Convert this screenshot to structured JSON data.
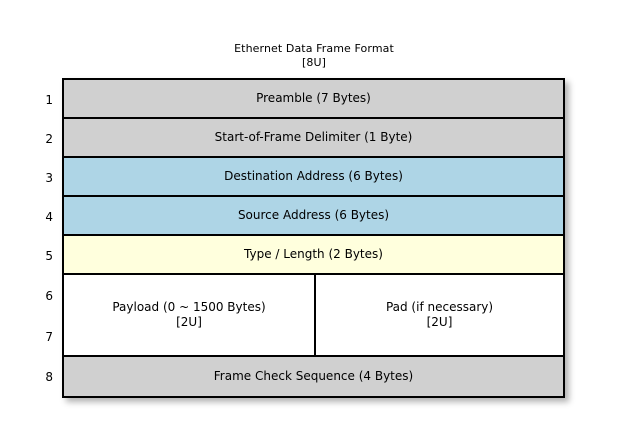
{
  "title": {
    "main": "Ethernet Data Frame Format",
    "sub": "[8U]"
  },
  "colors": {
    "gray": "#d0d0d0",
    "blue": "#aed5e6",
    "yellow": "#ffffdd",
    "white": "#ffffff",
    "border": "#000000",
    "page_background": "#ffffff"
  },
  "row_numbers": [
    "1",
    "2",
    "3",
    "4",
    "5",
    "6",
    "7",
    "8"
  ],
  "chart_data": {
    "type": "table",
    "title": "Ethernet Data Frame Format",
    "subtitle": "[8U]",
    "rows": [
      {
        "number": "1",
        "label": "Preamble (7 Bytes)",
        "sub": "",
        "color": "#d0d0d0",
        "height": 39
      },
      {
        "number": "2",
        "label": "Start-of-Frame Delimiter (1 Byte)",
        "sub": "",
        "color": "#d0d0d0",
        "height": 39
      },
      {
        "number": "3",
        "label": "Destination Address (6 Bytes)",
        "sub": "",
        "color": "#aed5e6",
        "height": 39
      },
      {
        "number": "4",
        "label": "Source Address (6 Bytes)",
        "sub": "",
        "color": "#aed5e6",
        "height": 39
      },
      {
        "number": "5",
        "label": "Type / Length (2 Bytes)",
        "sub": "",
        "color": "#ffffdd",
        "height": 39
      },
      {
        "number": "6 / 7",
        "label": "",
        "sub": "",
        "color": "#ffffff",
        "height": 82,
        "split": true,
        "left": {
          "label": "Payload (0 ~ 1500 Bytes)",
          "sub": "[2U]"
        },
        "right": {
          "label": "Pad (if necessary)",
          "sub": "[2U]"
        }
      },
      {
        "number": "8",
        "label": "Frame Check Sequence (4 Bytes)",
        "sub": "",
        "color": "#d0d0d0",
        "height": 39
      }
    ]
  }
}
